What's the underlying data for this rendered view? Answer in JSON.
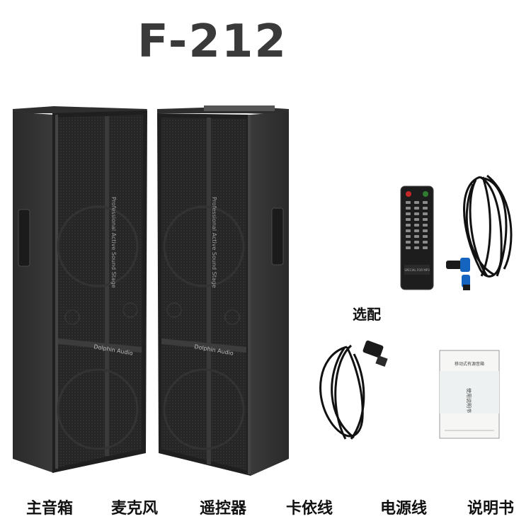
{
  "title": "F-212",
  "speaker": {
    "grille_text_vertical": "Professional Active Sound Stage",
    "brand_badge": "Dolphin Audio"
  },
  "remote": {
    "label": "SPECIAL FOR MP3"
  },
  "manual": {
    "heading": "移动式有源音箱",
    "title_vertical": "使用说明书"
  },
  "optional_label": "选配",
  "captions": {
    "main_speaker": "主音箱",
    "microphone": "麦克风",
    "remote_control": "遥控器",
    "speakon_cable": "卡依线",
    "power_cable": "电源线",
    "manual": "说明书"
  }
}
